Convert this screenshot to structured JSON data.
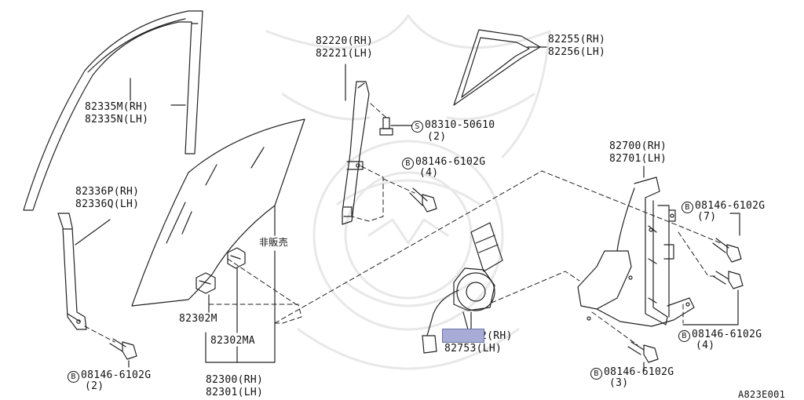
{
  "labels": {
    "p_82335_rh": "82335M(RH)",
    "p_82335_lh": "82335N(LH)",
    "p_82336_rh": "82336P(RH)",
    "p_82336_lh": "82336Q(LH)",
    "p_82220_rh": "82220(RH)",
    "p_82221_lh": "82221(LH)",
    "p_82255_rh": "82255(RH)",
    "p_82256_lh": "82256(LH)",
    "screw_s_code": "S",
    "screw_s_num": "08310-50610",
    "screw_s_qty": "(2)",
    "bolt_b": "B",
    "bolt_num": "08146-6102G",
    "qty_4": "(4)",
    "qty_7": "(7)",
    "qty_2": "(2)",
    "qty_3": "(3)",
    "p_82700_rh": "82700(RH)",
    "p_82701_lh": "82701(LH)",
    "not_sold": "非販売",
    "p_82302m": "82302M",
    "p_82302ma": "82302MA",
    "p_82300_rh": "82300(RH)",
    "p_82301_lh": "82301(LH)",
    "p_82752_rh": "2(RH)",
    "p_82753_lh": "82753(LH)",
    "diagram_code": "A823E001"
  },
  "colors": {
    "line": "#222222",
    "highlight": "#a7acd6",
    "watermark": "#e9e9e9"
  }
}
